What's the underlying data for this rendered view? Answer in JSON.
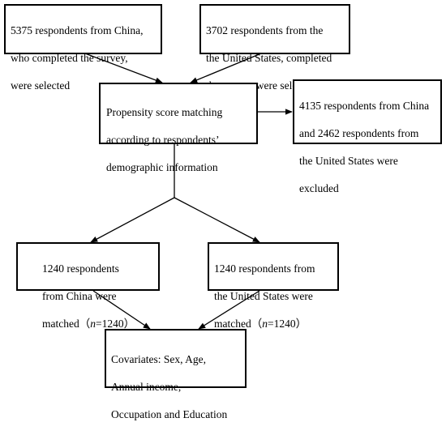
{
  "boxes": {
    "china_survey": {
      "lines": [
        "5375 respondents from China,",
        "who completed the survey,",
        "were selected"
      ]
    },
    "us_survey": {
      "lines": [
        "3702 respondents from the",
        "the United States, completed",
        "the survey, were selected"
      ]
    },
    "psm": {
      "lines": [
        "Propensity score matching",
        "according to respondents’",
        "demographic information"
      ]
    },
    "excluded": {
      "lines": [
        "4135 respondents from China",
        "and 2462 respondents from",
        "the United States were",
        "excluded"
      ]
    },
    "china_matched": {
      "lines": [
        "1240 respondents",
        "from China were"
      ],
      "matched_prefix": "matched（",
      "n_symbol": "n",
      "matched_suffix": "=1240）"
    },
    "us_matched": {
      "lines": [
        "1240 respondents from",
        "the United States were"
      ],
      "matched_prefix": "matched（",
      "n_symbol": "n",
      "matched_suffix": "=1240）"
    },
    "covariates": {
      "lines": [
        "Covariates: Sex, Age,",
        "Annual income,",
        "Occupation and Education"
      ]
    }
  }
}
